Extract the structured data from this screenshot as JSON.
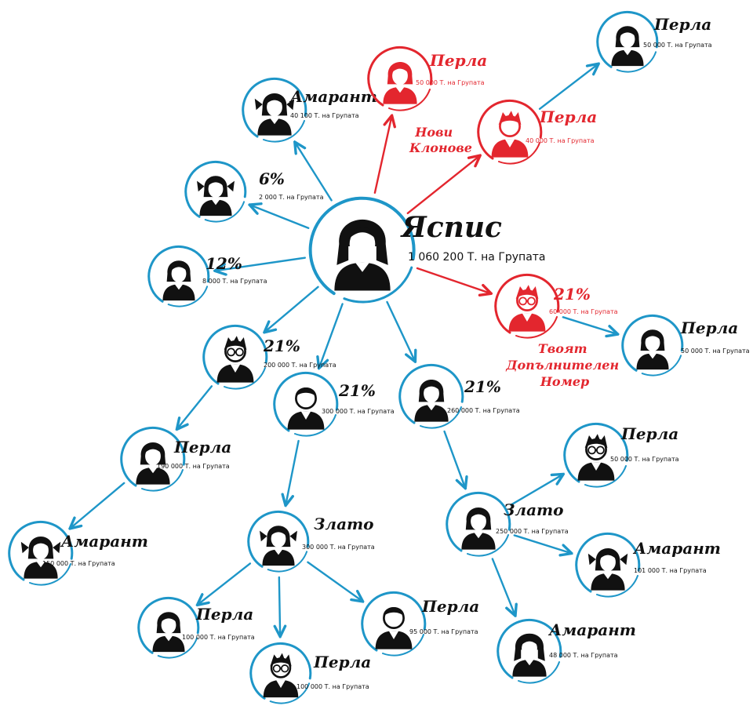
{
  "colors": {
    "blue": "#1e96c8",
    "red": "#e3262e",
    "black": "#111111"
  },
  "nodes": {
    "root": {
      "name": "Яспис",
      "points": "1 060 200 Т. на Групата",
      "icon": "woman-long-hair-avatar-icon",
      "color": "blue"
    },
    "n_am1": {
      "name": "Амарант",
      "points": "40 100 Т. на Групата",
      "icon": "girl-pigtails-avatar-icon",
      "color": "blue"
    },
    "n_p6": {
      "name": "6%",
      "points": "2 000 Т. на Групата",
      "icon": "girl-pigtails-avatar-icon",
      "color": "blue"
    },
    "n_p12": {
      "name": "12%",
      "points": "8 000 Т. на Групата",
      "icon": "woman-avatar-icon",
      "color": "blue"
    },
    "n_r1": {
      "name": "Перла",
      "points": "50 000 Т. на Групата",
      "icon": "woman-avatar-icon",
      "color": "red"
    },
    "n_r2": {
      "name": "Перла",
      "points": "40 000 Т. на Групата",
      "icon": "boy-avatar-icon",
      "color": "red"
    },
    "n_tr": {
      "name": "Перла",
      "points": "50 000 Т. на Групата",
      "icon": "woman-avatar-icon",
      "color": "blue"
    },
    "n_r3": {
      "name": "21%",
      "points": "60 000 Т. на Групата",
      "icon": "boy-glasses-avatar-icon",
      "color": "red"
    },
    "n_rp": {
      "name": "Перла",
      "points": "50 000 Т. на Групата",
      "icon": "woman-avatar-icon",
      "color": "blue"
    },
    "n_a": {
      "name": "21%",
      "points": "200 000 Т. на Групата",
      "icon": "boy-glasses-avatar-icon",
      "color": "blue"
    },
    "n_b": {
      "name": "21%",
      "points": "300 000 Т. на Групата",
      "icon": "man-avatar-icon",
      "color": "blue"
    },
    "n_c": {
      "name": "21%",
      "points": "260 000 Т. на Групата",
      "icon": "woman-avatar-icon",
      "color": "blue"
    },
    "n_a1": {
      "name": "Перла",
      "points": "190 000 Т. на Групата",
      "icon": "woman-avatar-icon",
      "color": "blue"
    },
    "n_a2": {
      "name": "Амарант",
      "points": "150 000 Т. на Групата",
      "icon": "girl-pigtails-avatar-icon",
      "color": "blue"
    },
    "n_b1": {
      "name": "Злато",
      "points": "300 000 Т. на Групата",
      "icon": "girl-pigtails-avatar-icon",
      "color": "blue"
    },
    "n_b11": {
      "name": "Перла",
      "points": "100 000 Т. на Групата",
      "icon": "woman-avatar-icon",
      "color": "blue"
    },
    "n_b12": {
      "name": "Перла",
      "points": "100 000 Т. на Групата",
      "icon": "boy-glasses-avatar-icon",
      "color": "blue"
    },
    "n_b13": {
      "name": "Перла",
      "points": "95 000 Т. на Групата",
      "icon": "man-avatar-icon",
      "color": "blue"
    },
    "n_c1": {
      "name": "Злато",
      "points": "250 000 Т. на Групата",
      "icon": "woman-avatar-icon",
      "color": "blue"
    },
    "n_c11": {
      "name": "Перла",
      "points": "50 000 Т. на Групата",
      "icon": "boy-glasses-avatar-icon",
      "color": "blue"
    },
    "n_c12": {
      "name": "Амарант",
      "points": "101 000 Т. на Групата",
      "icon": "girl-pigtails-avatar-icon",
      "color": "blue"
    },
    "n_c13": {
      "name": "Амарант",
      "points": "48 000 Т. на Групата",
      "icon": "woman-long-hair-avatar-icon",
      "color": "blue"
    }
  },
  "notes": {
    "new_clones": [
      "Нови",
      "Клонове"
    ],
    "extra_number": [
      "Твоят",
      "Допълнителен",
      "Номер"
    ]
  }
}
